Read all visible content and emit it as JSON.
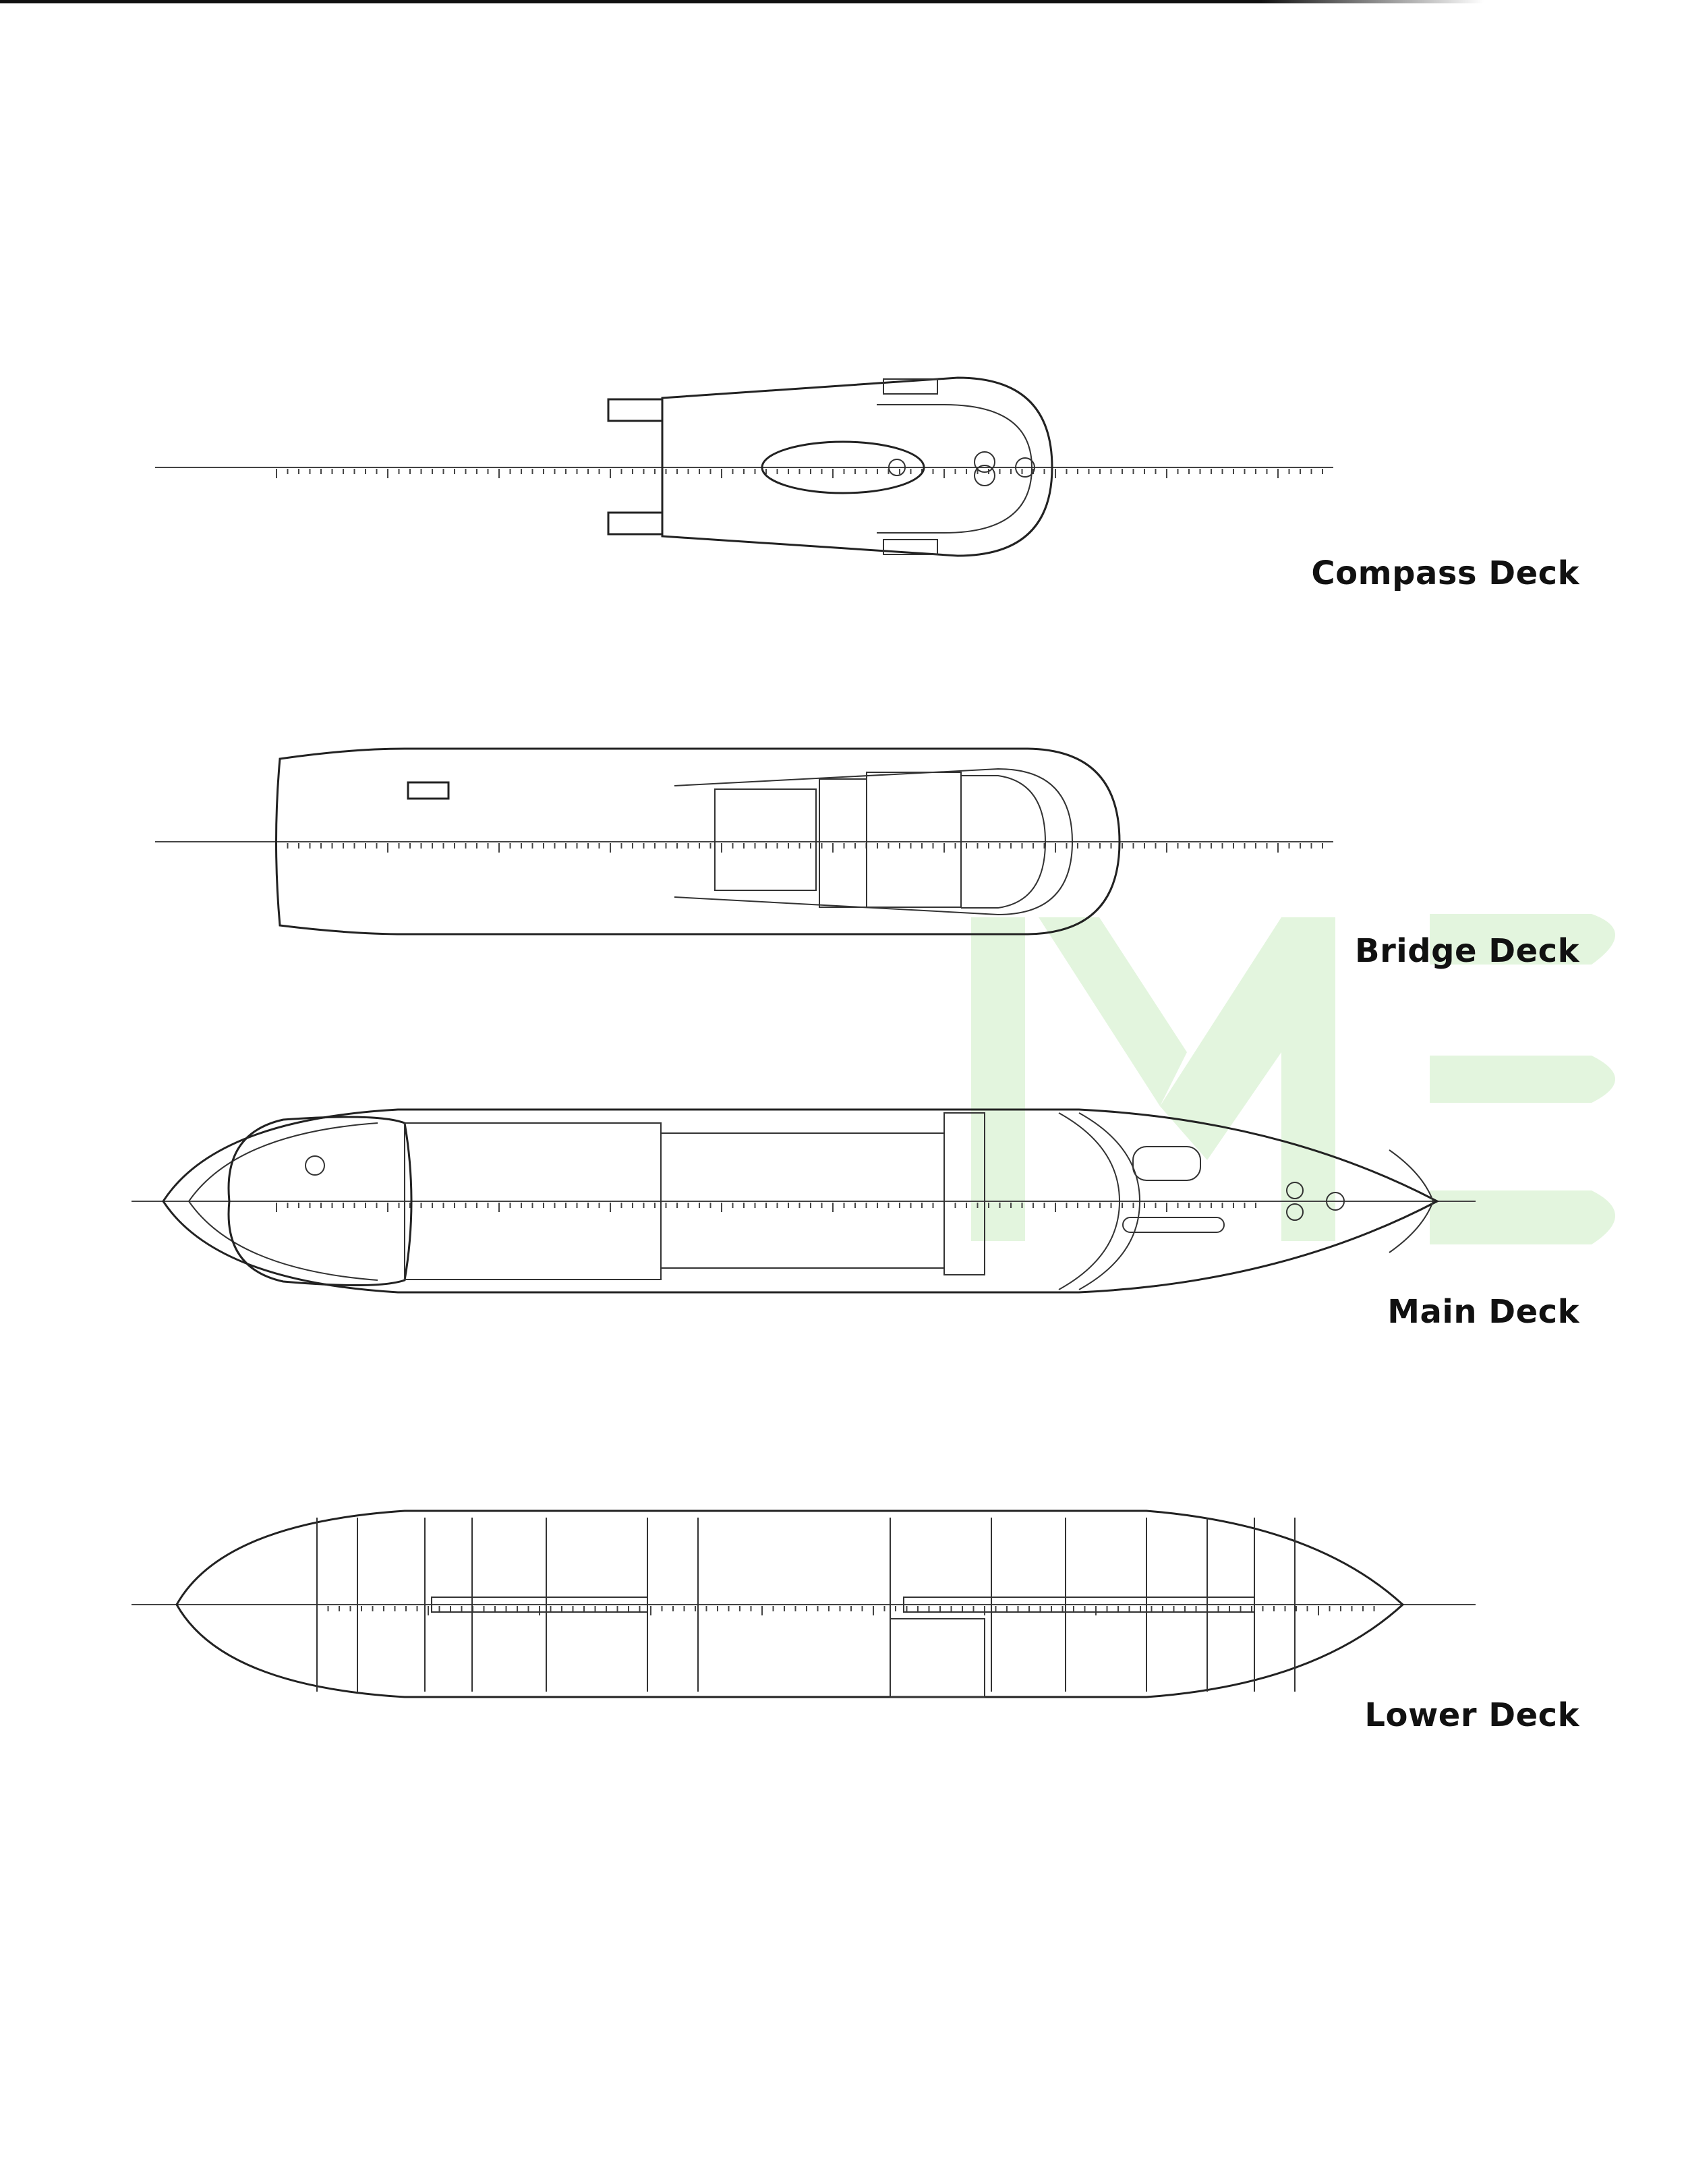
{
  "decks": [
    {
      "name": "Compass Deck"
    },
    {
      "name": "Bridge Deck"
    },
    {
      "name": "Main Deck"
    },
    {
      "name": "Lower Deck"
    }
  ],
  "watermark": {
    "text": "ME",
    "color": "#d9f2d3"
  }
}
